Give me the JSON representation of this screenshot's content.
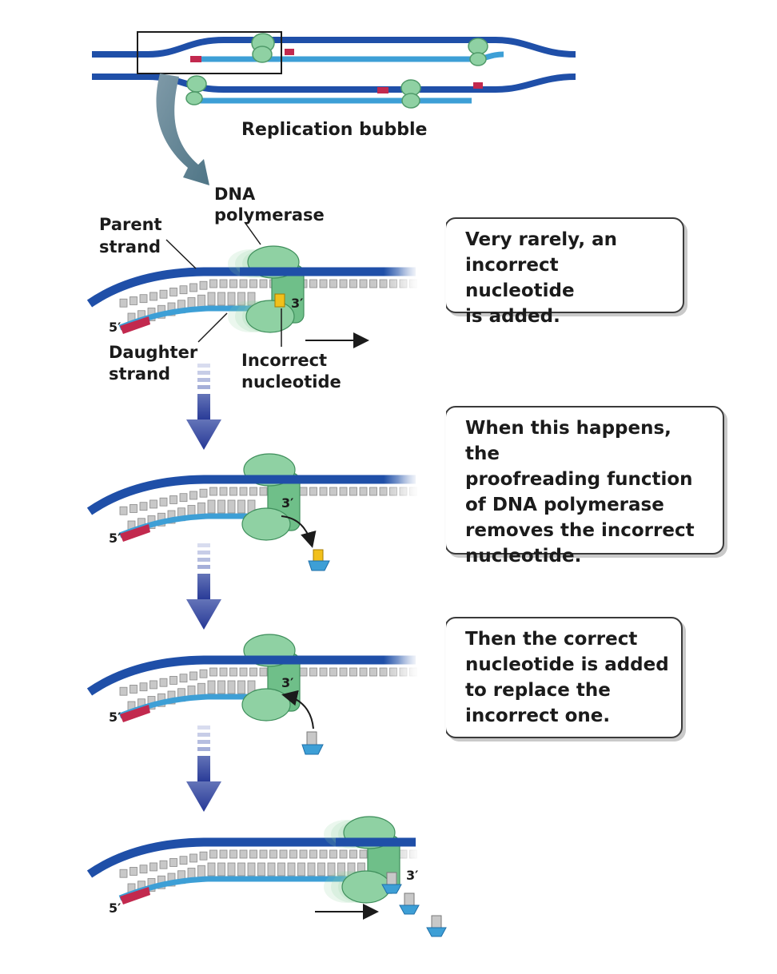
{
  "bubble": {
    "title": "Replication bubble"
  },
  "labels": {
    "dna_polymerase_1": "DNA",
    "dna_polymerase_2": "polymerase",
    "parent_1": "Parent",
    "parent_2": "strand",
    "daughter_1": "Daughter",
    "daughter_2": "strand",
    "incorrect_1": "Incorrect",
    "incorrect_2": "nucleotide",
    "five_prime": "5′",
    "three_prime": "3′"
  },
  "steps": [
    {
      "lines": [
        "Very rarely, an",
        "incorrect nucleotide",
        "is added."
      ]
    },
    {
      "lines": [
        "When this happens, the",
        "proofreading function",
        "of DNA polymerase",
        "removes the incorrect",
        "nucleotide."
      ]
    },
    {
      "lines": [
        "Then the correct",
        "nucleotide is added",
        "to replace the",
        "incorrect one."
      ]
    }
  ],
  "colors": {
    "parent_strand": "#1f4fa8",
    "daughter_strand": "#3d9fd6",
    "primer": "#c2294e",
    "polymerase": "#8fd1a3",
    "incorrect_base": "#f2c01b",
    "base": "#c8c8c8",
    "arrow": "#2f3f9a"
  }
}
